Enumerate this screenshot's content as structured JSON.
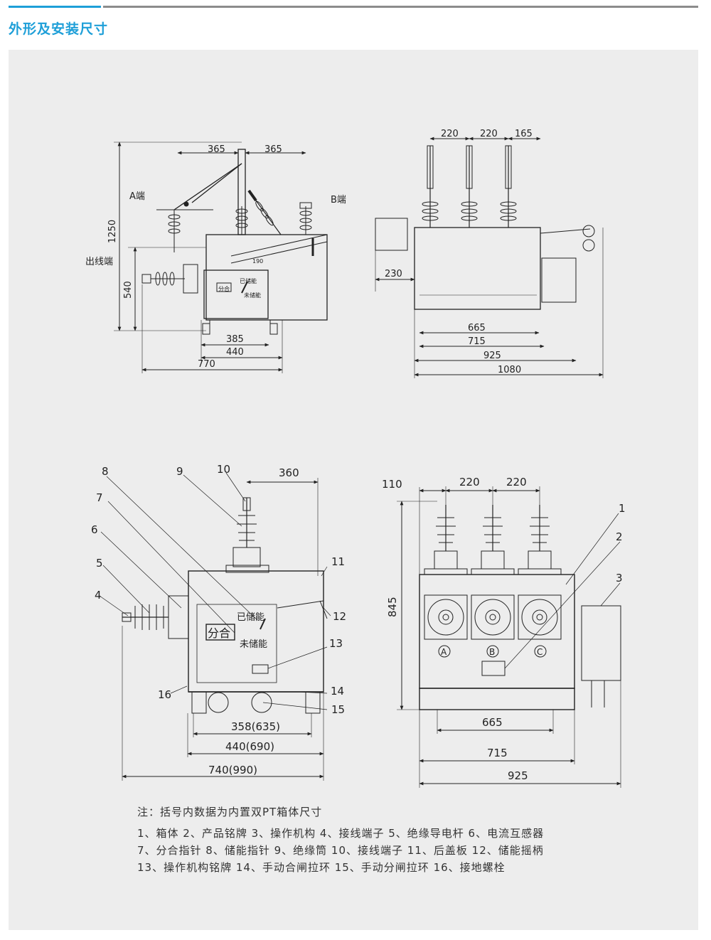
{
  "header": {
    "title": "外形及安装尺寸"
  },
  "colors": {
    "accent": "#1e9fd8",
    "rule": "#8c8c8c",
    "panel": "#ededed",
    "line": "#222222"
  },
  "fig1": {
    "d_365_left": "365",
    "d_365_right": "365",
    "d_1250": "1250",
    "d_540": "540",
    "d_190": "190",
    "d_385": "385",
    "d_440": "440",
    "d_770": "770",
    "label_a": "A端",
    "label_b": "B端",
    "label_out": "出线端",
    "ind_fenhe": "分合",
    "ind_charged": "已储能",
    "ind_uncharged": "未储能"
  },
  "fig2": {
    "d_220a": "220",
    "d_220b": "220",
    "d_165": "165",
    "d_230": "230",
    "d_665": "665",
    "d_715": "715",
    "d_925": "925",
    "d_1080": "1080"
  },
  "fig3": {
    "d_360": "360",
    "d_358": "358(635)",
    "d_440": "440(690)",
    "d_740": "740(990)",
    "ind_charged": "已储能",
    "ind_fenhe": "分合",
    "ind_uncharged": "未储能",
    "callouts": [
      "4",
      "5",
      "6",
      "7",
      "8",
      "9",
      "10",
      "11",
      "12",
      "13",
      "14",
      "15",
      "16"
    ]
  },
  "fig4": {
    "d_110": "110",
    "d_220a": "220",
    "d_220b": "220",
    "d_845": "845",
    "d_665": "665",
    "d_715": "715",
    "d_925": "925",
    "phase_a": "A",
    "phase_b": "B",
    "phase_c": "C",
    "callouts": [
      "1",
      "2",
      "3"
    ]
  },
  "notes": {
    "note": "注：括号内数据为内置双PT箱体尺寸",
    "line1": "1、箱体  2、产品铭牌  3、操作机构  4、接线端子  5、绝缘导电杆  6、电流互感器",
    "line2": "7、分合指针  8、储能指针  9、绝缘筒  10、接线端子  11、后盖板  12、储能摇柄",
    "line3": "13、操作机构铭牌  14、手动合闸拉环  15、手动分闸拉环  16、接地螺栓"
  }
}
